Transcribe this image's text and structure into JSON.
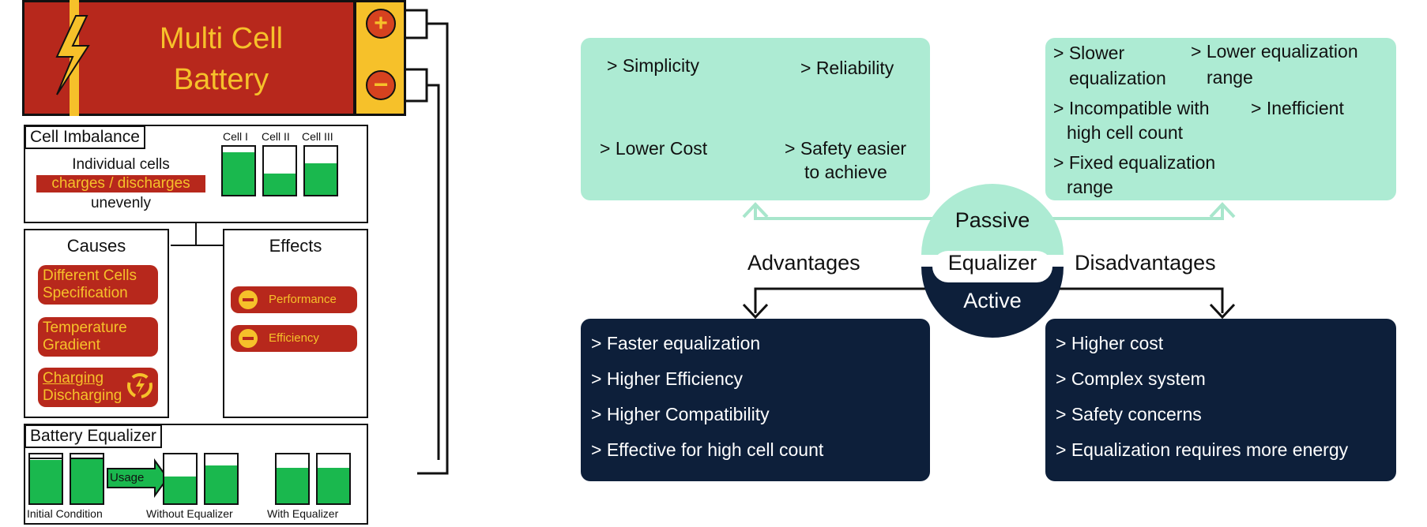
{
  "colors": {
    "battery_red": "#b7281c",
    "terminal_yellow": "#f6c12a",
    "cell_green": "#1ab84e",
    "mint": "#adebd3",
    "mint_line": "#a8e6cc",
    "navy": "#0d1f3a"
  },
  "battery": {
    "title_line1": "Multi Cell",
    "title_line2": "Battery",
    "plus": "+",
    "minus": "−",
    "icons": [
      "lightning-icon",
      "plus-terminal-icon",
      "minus-terminal-icon"
    ]
  },
  "imbalance": {
    "title": "Cell Imbalance",
    "line1": "Individual cells",
    "line2": "charges / discharges",
    "line3": "unevenly",
    "cells": [
      {
        "label": "Cell I",
        "level": 0.88
      },
      {
        "label": "Cell II",
        "level": 0.45
      },
      {
        "label": "Cell III",
        "level": 0.65
      }
    ]
  },
  "causes": {
    "title": "Causes",
    "items": [
      "Different Cells Specification",
      "Temperature Gradient"
    ],
    "charging_line1": "Charging",
    "charging_line2": "Discharging"
  },
  "effects": {
    "title": "Effects",
    "items": [
      "Performance",
      "Efficiency"
    ]
  },
  "equalizer_box": {
    "title": "Battery Equalizer",
    "usage": "Usage",
    "captions": [
      "Initial Condition",
      "Without Equalizer",
      "With Equalizer"
    ],
    "levels": {
      "initial": [
        0.88,
        0.9
      ],
      "without": [
        0.55,
        0.78
      ],
      "with": [
        0.72,
        0.72
      ]
    }
  },
  "center": {
    "passive": "Passive",
    "equalizer": "Equalizer",
    "active": "Active",
    "advantages": "Advantages",
    "disadvantages": "Disadvantages"
  },
  "passive_adv": {
    "simplicity": "> Simplicity",
    "reliability": "> Reliability",
    "lower_cost": "> Lower Cost",
    "safety_l1": "> Safety easier",
    "safety_l2": "to achieve"
  },
  "passive_dis": {
    "slower_l1": "> Slower",
    "slower_l2": "equalization",
    "lower_l1": "> Lower equalization",
    "lower_l2": "range",
    "incompat_l1": "> Incompatible with",
    "incompat_l2": "high cell count",
    "inefficient": "> Inefficient",
    "fixed_l1": "> Fixed equalization",
    "fixed_l2": "range"
  },
  "active_adv": [
    "> Faster equalization",
    "> Higher Efficiency",
    "> Higher Compatibility",
    "> Effective for high cell count"
  ],
  "active_dis": [
    "> Higher cost",
    "> Complex system",
    "> Safety concerns",
    "> Equalization requires more energy"
  ]
}
